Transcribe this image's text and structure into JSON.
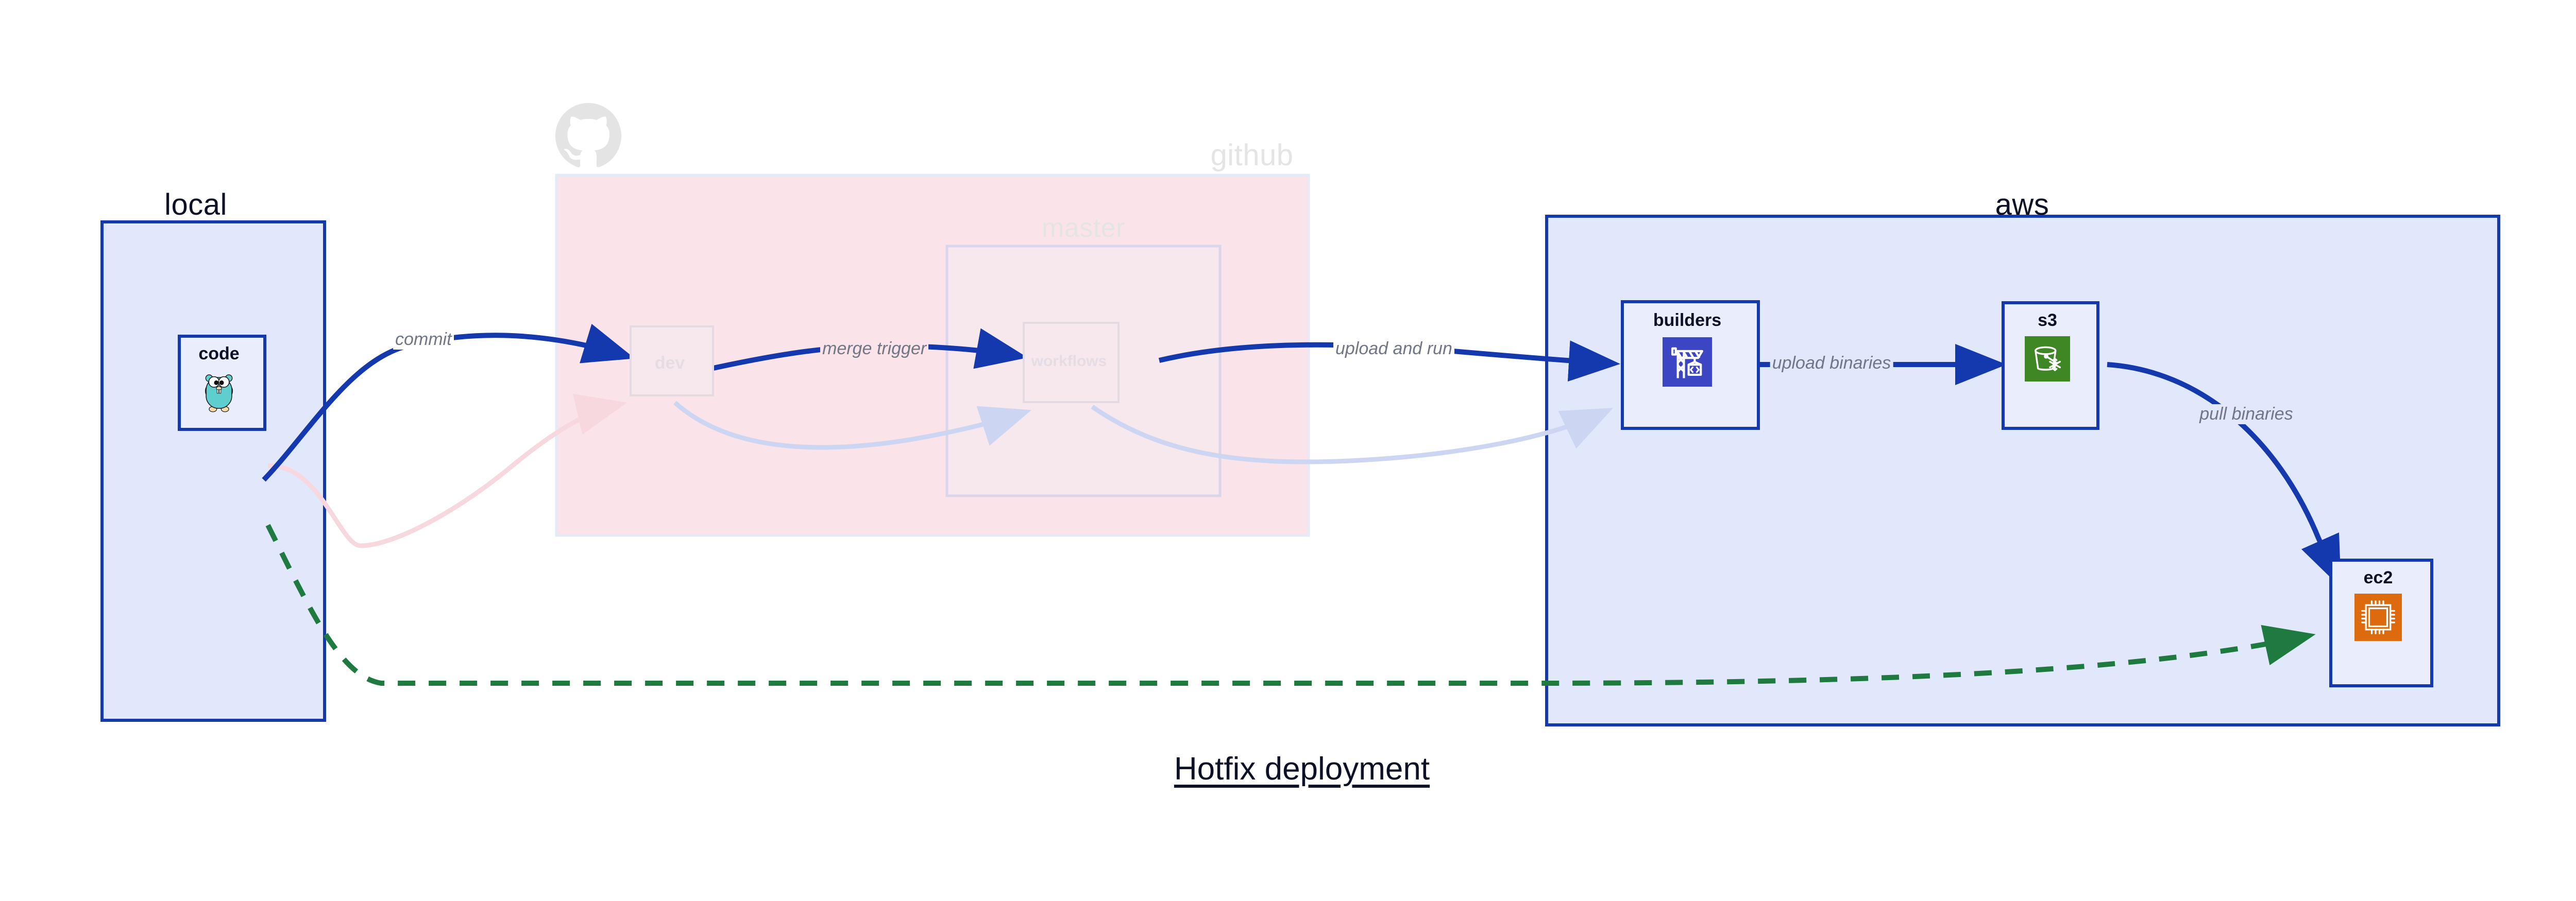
{
  "title": "Hotfix deployment",
  "colors": {
    "group_blue_fill": "#e2e8fb",
    "group_blue_stroke": "#1438ad",
    "group_pink_fill": "#fae4e9",
    "node_fill": "#eaeefc",
    "node_stroke": "#1438ad",
    "edge_blue": "#1438ad",
    "edge_green": "#1f7a3f",
    "edge_label_gray": "#707684",
    "builders_icon_bg": "#3c46c4",
    "s3_icon_bg": "#3f8624",
    "ec2_icon_bg": "#dd6b0d",
    "gopher_teal": "#5ececf",
    "github_logo_gray": "#e4e4e4"
  },
  "groups": [
    {
      "id": "local",
      "label": "local",
      "dimmed": false
    },
    {
      "id": "github",
      "label": "github",
      "dimmed": true
    },
    {
      "id": "master",
      "label": "master",
      "dimmed": true
    },
    {
      "id": "aws",
      "label": "aws",
      "dimmed": false
    }
  ],
  "nodes": [
    {
      "id": "code",
      "label": "code",
      "icon": "go-gopher-icon",
      "group": "local",
      "dimmed": false
    },
    {
      "id": "dev",
      "label": "dev",
      "icon": "branch-icon",
      "group": "github",
      "dimmed": true
    },
    {
      "id": "workflows",
      "label": "workflows",
      "icon": "workflow-icon",
      "group": "master",
      "dimmed": true
    },
    {
      "id": "builders",
      "label": "builders",
      "icon": "aws-codebuild-icon",
      "group": "aws",
      "dimmed": false
    },
    {
      "id": "s3",
      "label": "s3",
      "icon": "aws-s3-glacier-icon",
      "group": "aws",
      "dimmed": false
    },
    {
      "id": "ec2",
      "label": "ec2",
      "icon": "aws-ec2-chip-icon",
      "group": "aws",
      "dimmed": false
    }
  ],
  "edges": [
    {
      "id": "commit",
      "label": "commit",
      "from": "code",
      "to": "dev",
      "style": "solid-blue",
      "dimmed": false
    },
    {
      "id": "merge-trigger",
      "label": "merge trigger",
      "from": "dev",
      "to": "workflows",
      "style": "solid-blue",
      "dimmed": false
    },
    {
      "id": "upload-and-run",
      "label": "upload and run",
      "from": "workflows",
      "to": "builders",
      "style": "solid-blue",
      "dimmed": false
    },
    {
      "id": "upload-binaries",
      "label": "upload binaries",
      "from": "builders",
      "to": "s3",
      "style": "solid-blue",
      "dimmed": false
    },
    {
      "id": "pull-binaries",
      "label": "pull binaries",
      "from": "s3",
      "to": "ec2",
      "style": "solid-blue",
      "dimmed": false
    },
    {
      "id": "hotfix-direct",
      "label": "",
      "from": "code",
      "to": "ec2",
      "style": "dashed-green",
      "dimmed": false
    },
    {
      "id": "ghost-a",
      "label": "",
      "from": "code",
      "to": "dev",
      "style": "ghost-pink",
      "dimmed": true
    },
    {
      "id": "ghost-b",
      "label": "",
      "from": "dev",
      "to": "workflows",
      "style": "ghost-blue",
      "dimmed": true
    },
    {
      "id": "ghost-c",
      "label": "",
      "from": "workflows",
      "to": "builders",
      "style": "ghost-blue",
      "dimmed": true
    }
  ]
}
